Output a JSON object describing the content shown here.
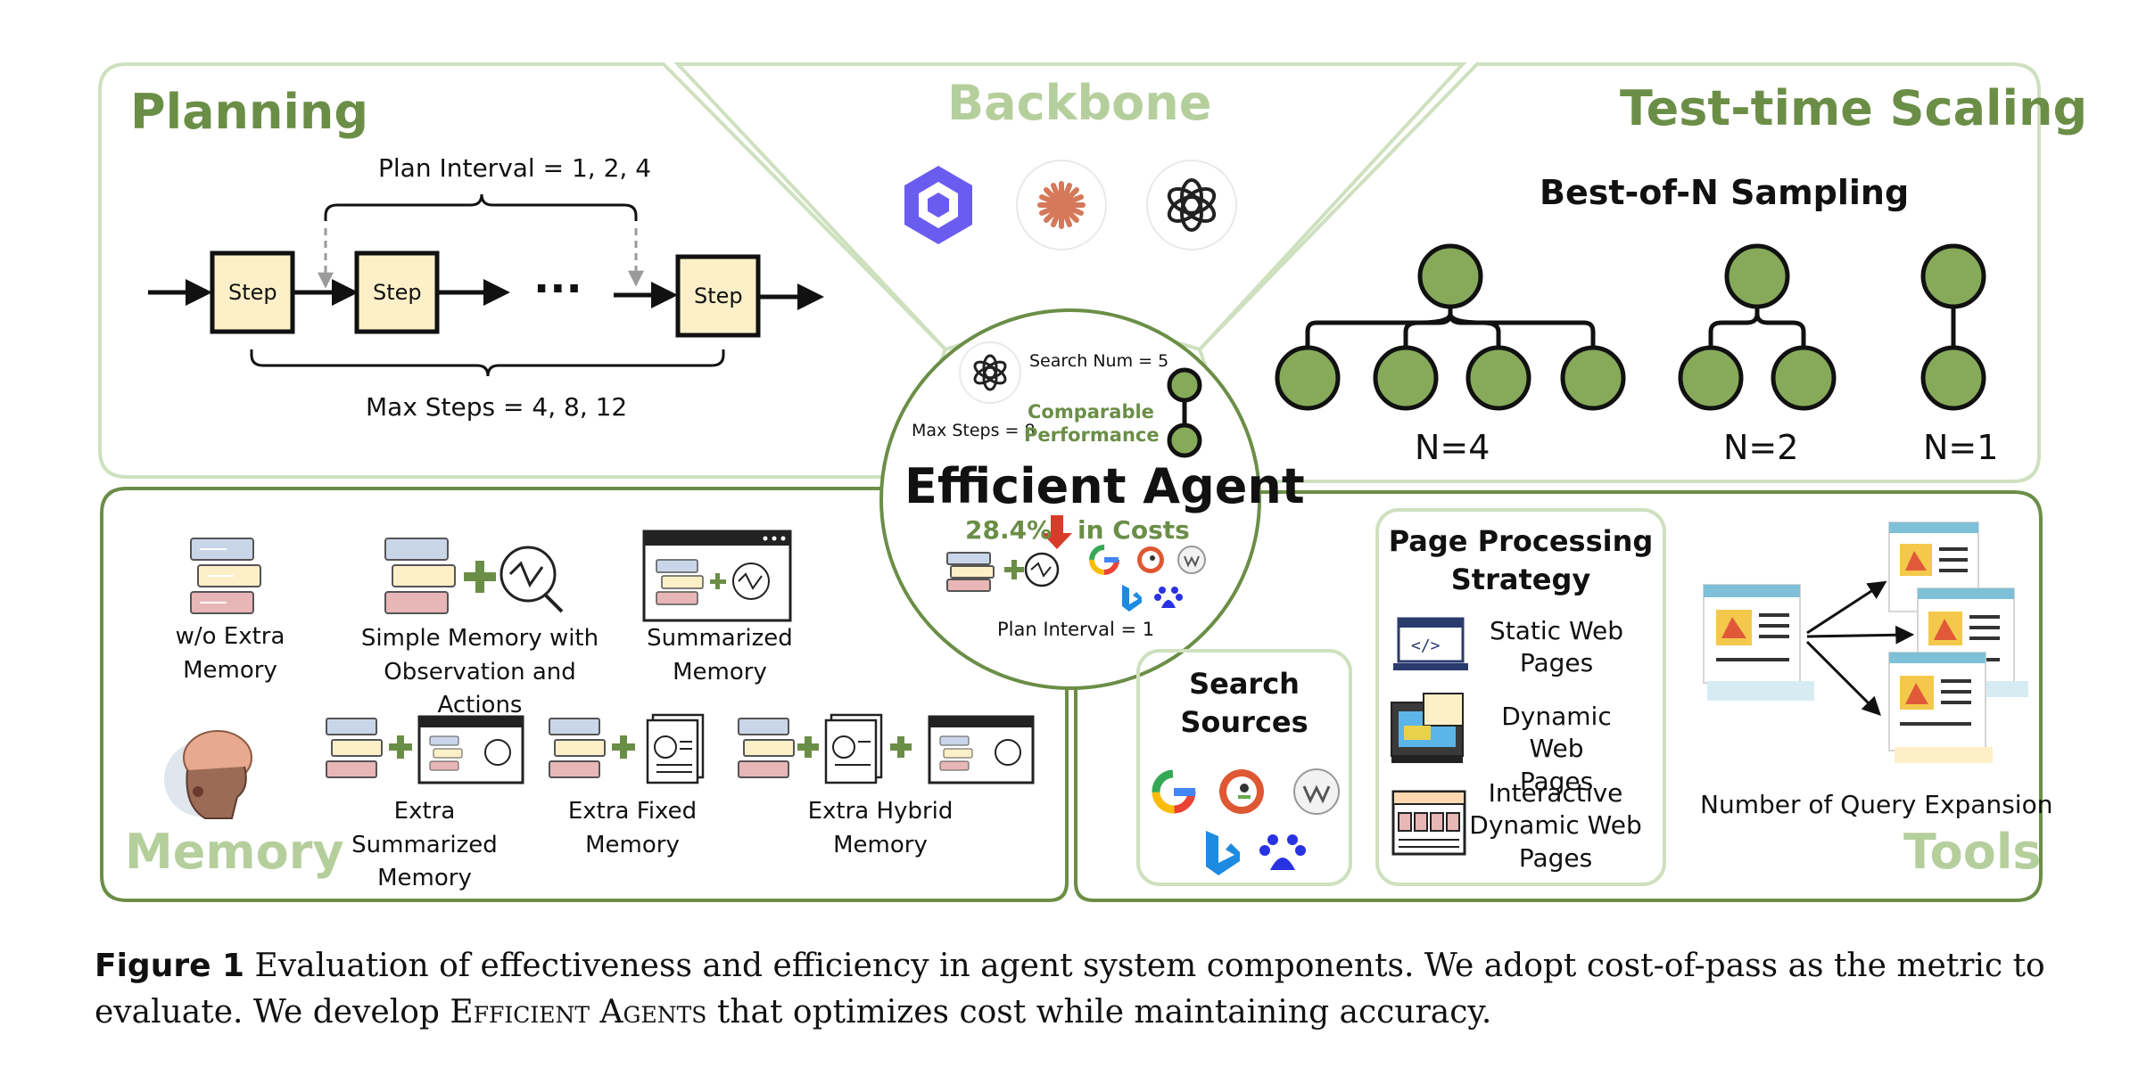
{
  "planning": {
    "title": "Planning",
    "plan_interval": "Plan Interval = 1, 2, 4",
    "step_label": "Step",
    "ellipsis": "···",
    "max_steps": "Max Steps = 4, 8, 12"
  },
  "backbone": {
    "title": "Backbone"
  },
  "test_time_scaling": {
    "title": "Test-time Scaling",
    "subtitle": "Best-of-N Sampling",
    "n4": "N=4",
    "n2": "N=2",
    "n1": "N=1"
  },
  "efficient_agent": {
    "search_num": "Search Num = 5",
    "max_steps": "Max Steps = 8",
    "comparable_line1": "Comparable",
    "comparable_line2": "Performance",
    "title": "Efficient Agent",
    "cost_percent": "28.4%",
    "cost_text": "in Costs",
    "plan_interval": "Plan Interval = 1"
  },
  "memory": {
    "title": "Memory",
    "wo_extra": "w/o Extra\nMemory",
    "simple_memory": "Simple Memory with\nObservation and Actions",
    "summarized": "Summarized\nMemory",
    "extra_summarized": "Extra Summarized\nMemory",
    "extra_fixed": "Extra Fixed\nMemory",
    "extra_hybrid": "Extra Hybrid\nMemory"
  },
  "tools": {
    "title": "Tools",
    "search_sources": "Search\nSources",
    "page_processing": "Page Processing\nStrategy",
    "static_pages": "Static Web\nPages",
    "dynamic_pages": "Dynamic Web\nPages",
    "interactive_pages": "Interactive\nDynamic Web\nPages",
    "query_expansion": "Number of Query Expansion"
  },
  "caption": {
    "figure_label": "Figure 1",
    "text_part1": "Evaluation of effectiveness and efficiency in agent system components. We adopt cost-of-pass as the metric to evaluate. We develop",
    "agent_name": "Efficient Agents",
    "text_part2": "that optimizes cost while maintaining accuracy."
  },
  "colors": {
    "panel_border": "#cfe0bf",
    "panel_border_dark": "#6b8e47",
    "node_green": "#86aa5a",
    "step_fill": "#fdf0c8",
    "cost_red": "#d83b2a"
  },
  "icons": [
    "qwen-icon",
    "claude-icon",
    "openai-icon",
    "google-icon",
    "duckduckgo-icon",
    "wikipedia-icon",
    "bing-icon",
    "baidu-icon"
  ]
}
